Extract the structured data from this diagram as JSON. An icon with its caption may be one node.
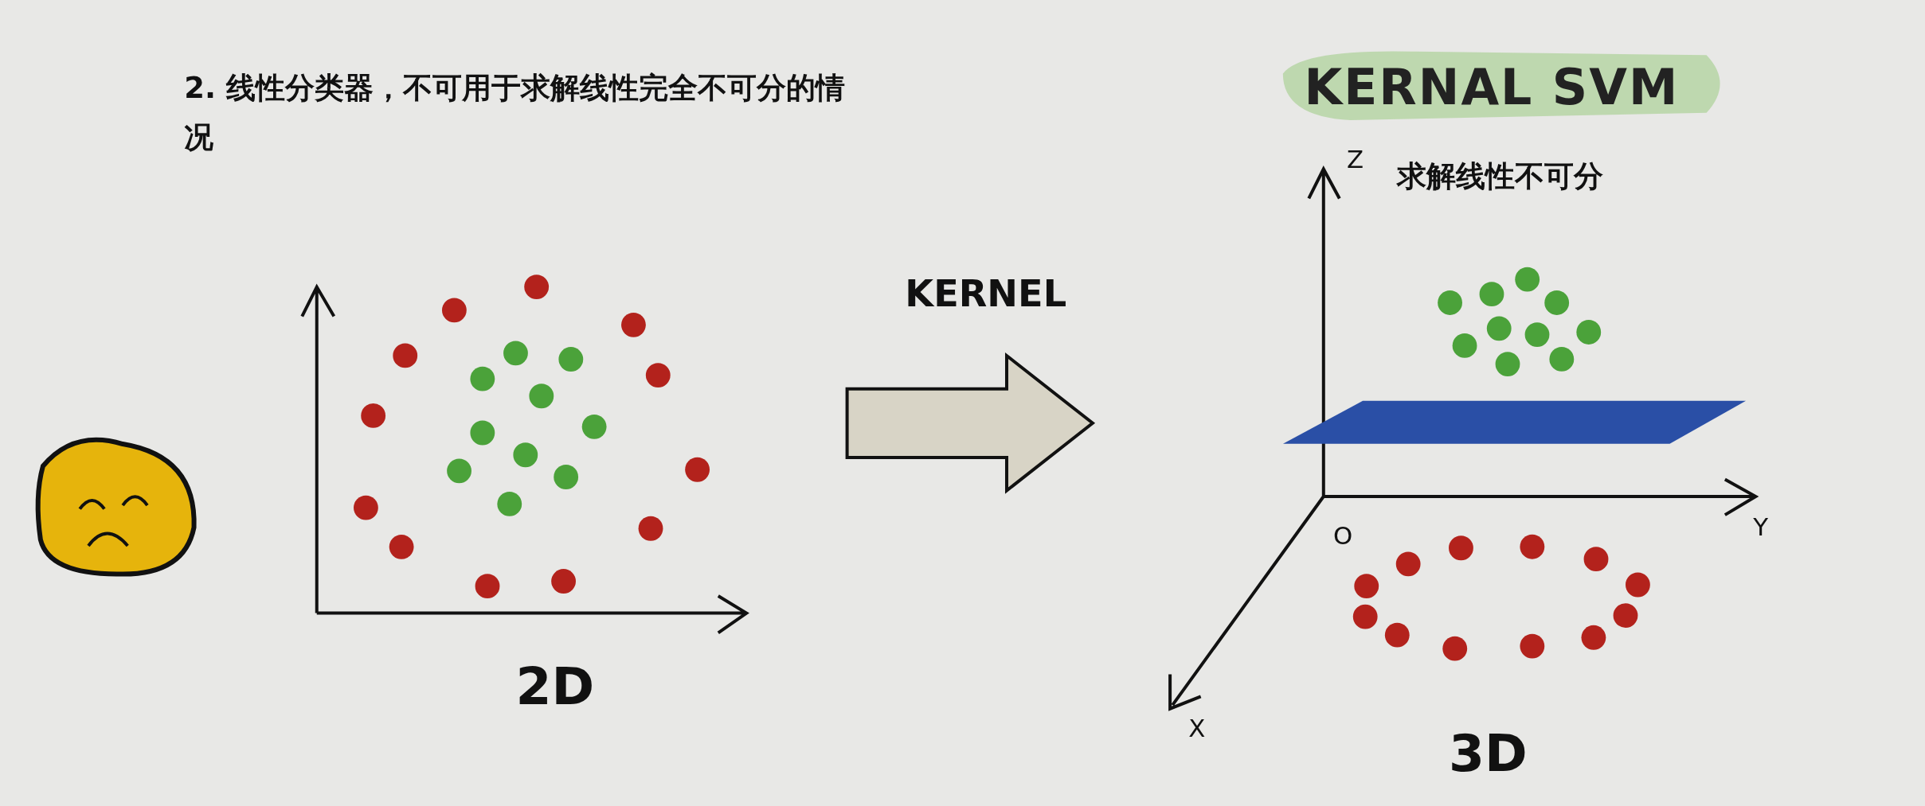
{
  "diagram": {
    "title": "KERNAL SVM",
    "nodes": [
      {
        "text": [],
        "shape": "picture",
        "beside": [
          "2D"
        ]
      },
      {
        "text": [],
        "shape": "picture",
        "beside": [
          "3D"
        ]
      }
    ],
    "edges": [
      {
        "from": 0,
        "to": 1,
        "arrow": "to",
        "label": "KERNEL",
        "style": "thick"
      }
    ],
    "labels": [
      "2. 线性分类器，不可用于求解线性完全不可分的情况",
      "求解线性不可分",
      "Z",
      "Y",
      "O",
      "X"
    ]
  }
}
